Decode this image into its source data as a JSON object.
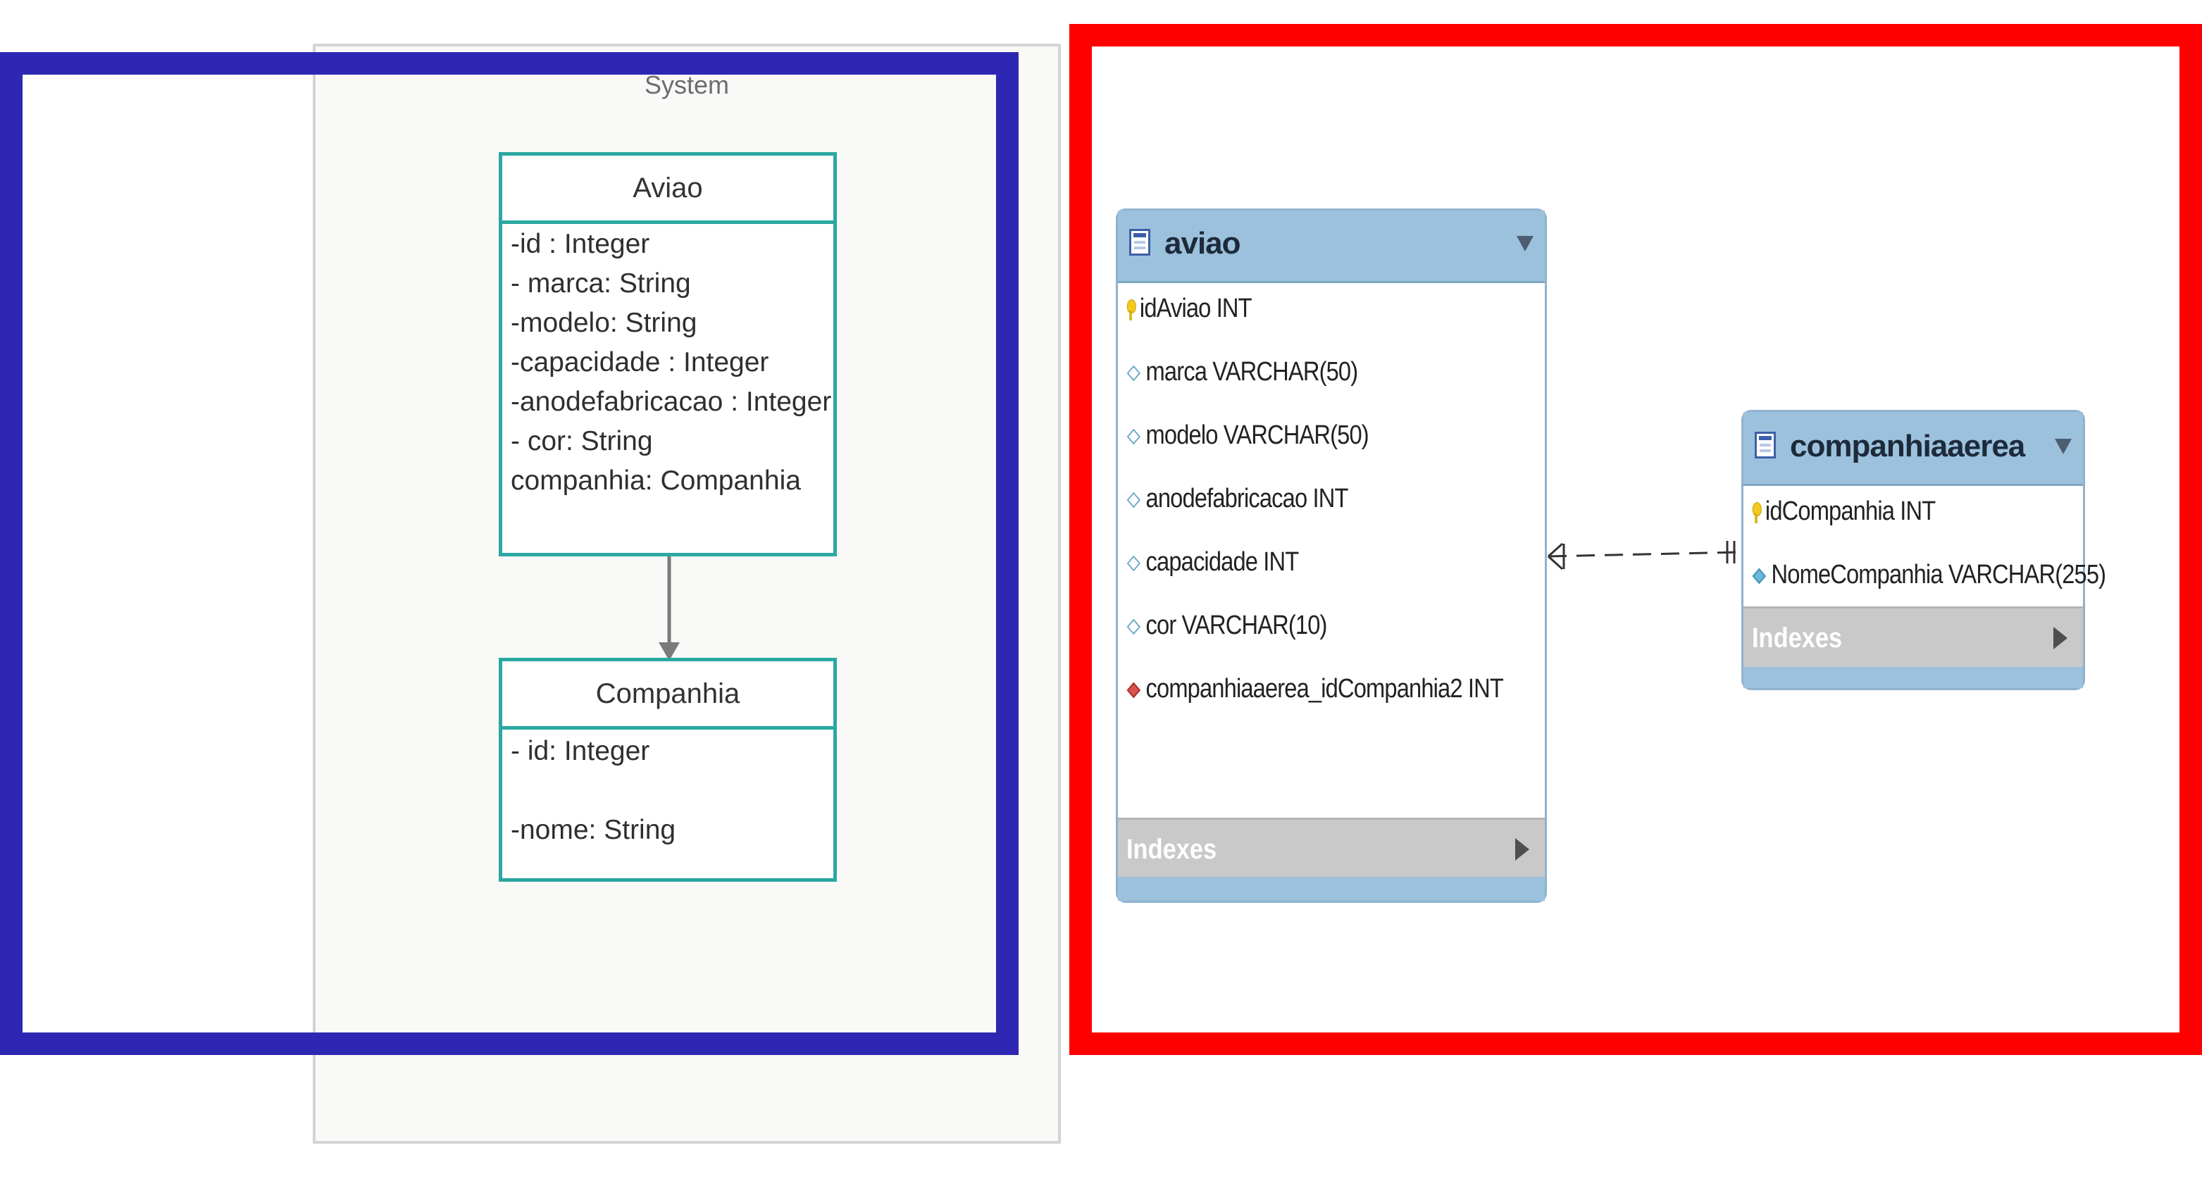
{
  "uml": {
    "system_label": "System",
    "aviao": {
      "name": "Aviao",
      "attributes": [
        "-id : Integer",
        "- marca: String",
        "-modelo: String",
        "-capacidade : Integer",
        "-anodefabricacao : Integer",
        "- cor: String",
        "companhia: Companhia"
      ]
    },
    "companhia": {
      "name": "Companhia",
      "attributes": [
        "-  id: Integer",
        "-nome: String"
      ]
    }
  },
  "er": {
    "aviao": {
      "name": "aviao",
      "columns": [
        {
          "icon": "primary-key-icon",
          "text": "idAviao INT"
        },
        {
          "icon": "column-diamond-icon",
          "text": "marca VARCHAR(50)"
        },
        {
          "icon": "column-diamond-icon",
          "text": "modelo VARCHAR(50)"
        },
        {
          "icon": "column-diamond-icon",
          "text": "anodefabricacao INT"
        },
        {
          "icon": "column-diamond-icon",
          "text": "capacidade INT"
        },
        {
          "icon": "column-diamond-icon",
          "text": "cor VARCHAR(10)"
        },
        {
          "icon": "foreign-key-diamond-icon",
          "text": "companhiaaerea_idCompanhia2 INT"
        }
      ],
      "indexes_label": "Indexes"
    },
    "companhiaaerea": {
      "name": "companhiaaerea",
      "columns": [
        {
          "icon": "primary-key-icon",
          "text": "idCompanhia INT"
        },
        {
          "icon": "not-null-diamond-icon",
          "text": "NomeCompanhia VARCHAR(255)"
        }
      ],
      "indexes_label": "Indexes"
    }
  },
  "colors": {
    "blue_frame": "#2e27b3",
    "red_frame": "#ff0000",
    "uml_border": "#2aa8a1",
    "er_header": "#9cc1dd",
    "er_indexes": "#c9c9c9"
  }
}
